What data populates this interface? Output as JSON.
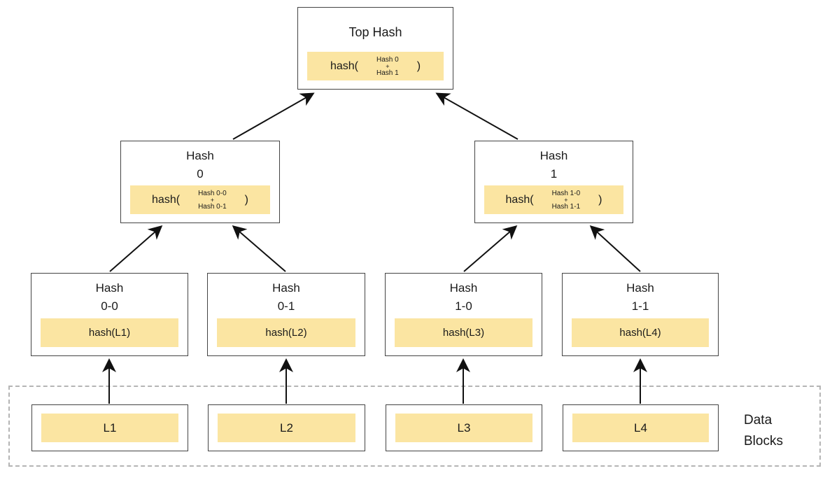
{
  "colors": {
    "highlight": "#FBE5A2",
    "box_border": "#444444",
    "dashed_border": "#b5b5b5",
    "arrow": "#111111"
  },
  "nodes": {
    "top": {
      "title": "Top Hash",
      "prefix": "hash(",
      "op1": "Hash 0",
      "plus": "+",
      "op2": "Hash 1",
      "suffix": ")"
    },
    "hash0": {
      "title1": "Hash",
      "title2": "0",
      "prefix": "hash(",
      "op1": "Hash 0-0",
      "plus": "+",
      "op2": "Hash 0-1",
      "suffix": ")"
    },
    "hash1": {
      "title1": "Hash",
      "title2": "1",
      "prefix": "hash(",
      "op1": "Hash 1-0",
      "plus": "+",
      "op2": "Hash 1-1",
      "suffix": ")"
    },
    "hash00": {
      "title1": "Hash",
      "title2": "0-0",
      "expr": "hash(L1)"
    },
    "hash01": {
      "title1": "Hash",
      "title2": "0-1",
      "expr": "hash(L2)"
    },
    "hash10": {
      "title1": "Hash",
      "title2": "1-0",
      "expr": "hash(L3)"
    },
    "hash11": {
      "title1": "Hash",
      "title2": "1-1",
      "expr": "hash(L4)"
    }
  },
  "data_blocks": {
    "label_line1": "Data",
    "label_line2": "Blocks",
    "items": [
      {
        "label": "L1"
      },
      {
        "label": "L2"
      },
      {
        "label": "L3"
      },
      {
        "label": "L4"
      }
    ]
  }
}
